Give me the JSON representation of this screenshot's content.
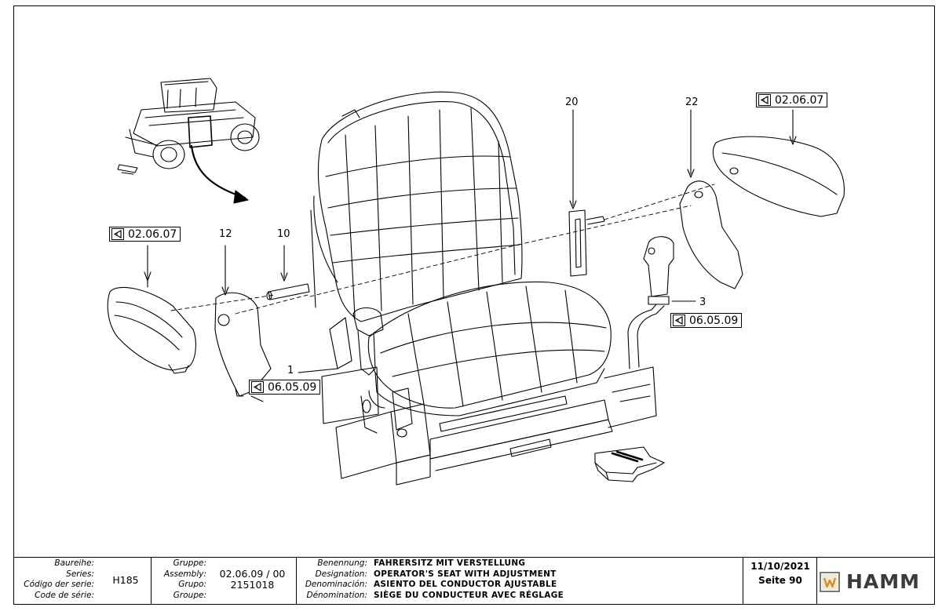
{
  "callouts": {
    "c20": "20",
    "c22": "22",
    "c12": "12",
    "c10": "10",
    "c1": "1",
    "c3": "3"
  },
  "refs": {
    "armrest_right": "02.06.07",
    "armrest_left": "02.06.07",
    "joystick": "06.05.09",
    "left_console": "06.05.09"
  },
  "title_block": {
    "series_labels": [
      "Baureihe:",
      "Series:",
      "Código der serie:",
      "Code de série:"
    ],
    "series_value": "H185",
    "group_labels": [
      "Gruppe:",
      "Assembly:",
      "Grupo:",
      "Groupe:"
    ],
    "assembly_value": "02.06.09 / 00",
    "group_number": "2151018",
    "designation_labels": [
      "Benennung:",
      "Designation:",
      "Denominación:",
      "Dénomination:"
    ],
    "designations": [
      "FAHRERSITZ MIT VERSTELLUNG",
      "OPERATOR'S SEAT WITH ADJUSTMENT",
      "ASIENTO DEL CONDUCTOR AJUSTABLE",
      "SIÈGE DU CONDUCTEUR AVEC RÉGLAGE"
    ],
    "date": "11/10/2021",
    "page": "Seite 90",
    "brand": "HAMM",
    "logo_letter": "W"
  },
  "icons": [
    "roller-thumbnail-icon",
    "reference-triangle-icon",
    "front-direction-arrow-icon"
  ]
}
